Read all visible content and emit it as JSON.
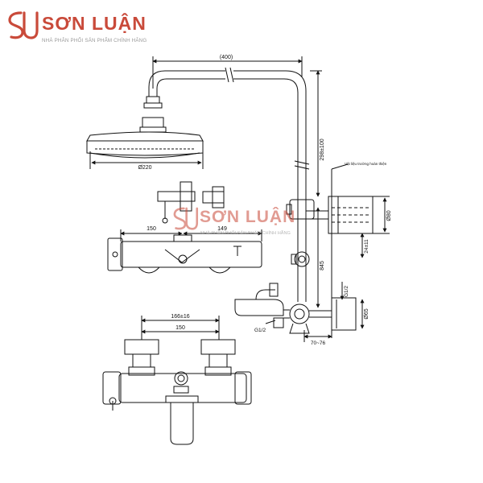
{
  "brand": {
    "name": "SƠN LUẬN",
    "tagline": "NHÀ PHÂN PHỐI SẢN PHẨM CHÍNH HÃNG",
    "color": "#c94a3a"
  },
  "watermark": {
    "name": "SƠN LUẬN",
    "tagline": "NHÀ PHÂN PHỐI SẢN PHẨM CHÍNH HÃNG"
  },
  "dimensions": {
    "arm_length": "(400)",
    "head_diameter": "Ø220",
    "head_height": "298±100",
    "wall_label": "Vật liệu trường hoàn thiện",
    "cover_diameter": "Ø80",
    "bracket_offset": "24±11",
    "bar_height": "845",
    "valve_width_150": "150",
    "valve_width_149": "149",
    "connector_top": "G1/2",
    "connector_side": "G1/2",
    "wall_diameter": "Ø65",
    "projection": "70~76",
    "inlet_spacing": "166±16",
    "inlet_center": "150"
  }
}
